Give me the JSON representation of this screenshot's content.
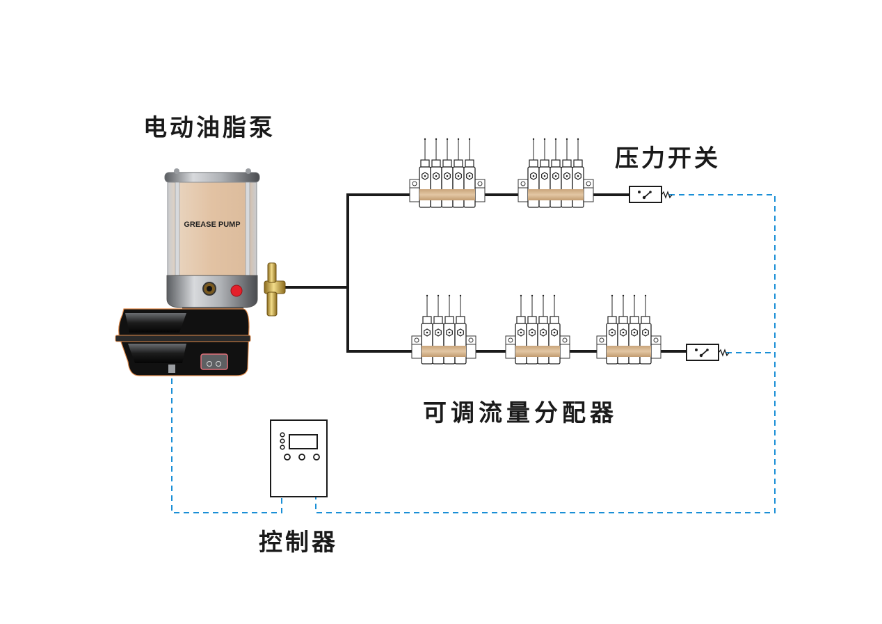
{
  "labels": {
    "pump": "电动油脂泵",
    "pressure_switch": "压力开关",
    "distributor": "可调流量分配器",
    "controller": "控制器"
  },
  "pump": {
    "reservoir_text": "GREASE PUMP",
    "reservoir_color": "#e2c2a3",
    "base_color": "#1a1a1a",
    "indicator_color": "#e4202b",
    "fitting_color": "#c9a235"
  },
  "lines": {
    "upper_branch": {
      "distributors": [
        5,
        5
      ],
      "pressure_switch": true
    },
    "lower_branch": {
      "distributors": [
        4,
        4,
        4
      ],
      "pressure_switch": true
    }
  },
  "colors": {
    "grease_line": "#1a1a1a",
    "signal_line": "#1a8fd6",
    "distributor_band": "#d9b894"
  },
  "controller": {
    "indicator_leds": 3,
    "buttons": 3,
    "has_display": true
  }
}
